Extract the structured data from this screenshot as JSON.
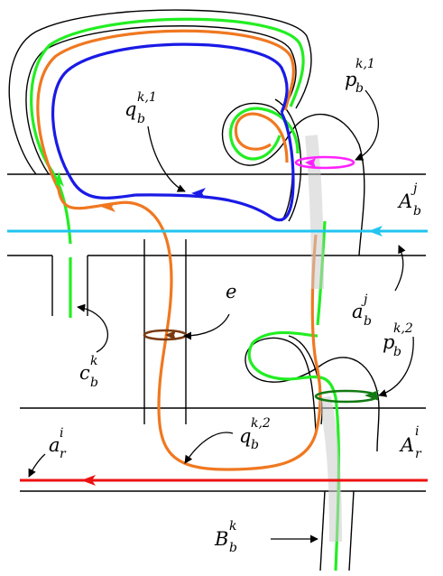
{
  "diagram": {
    "labels": {
      "p_b_k1": {
        "base": "p",
        "sub": "b",
        "sup": "k,1"
      },
      "q_b_k1": {
        "base": "q",
        "sub": "b",
        "sup": "k,1"
      },
      "A_b_j": {
        "base": "A",
        "sub": "b",
        "sup": "j"
      },
      "a_b_j": {
        "base": "a",
        "sub": "b",
        "sup": "j"
      },
      "e": {
        "base": "e",
        "sub": "",
        "sup": ""
      },
      "p_b_k2": {
        "base": "p",
        "sub": "b",
        "sup": "k,2"
      },
      "c_b_k": {
        "base": "c",
        "sub": "b",
        "sup": "k"
      },
      "q_b_k2": {
        "base": "q",
        "sub": "b",
        "sup": "k,2"
      },
      "a_r_i": {
        "base": "a",
        "sub": "r",
        "sup": "i"
      },
      "A_r_i": {
        "base": "A",
        "sub": "r",
        "sup": "i"
      },
      "B_b_k": {
        "base": "B",
        "sub": "b",
        "sup": "k"
      }
    },
    "colors": {
      "green": "#22ee22",
      "orange": "#f07820",
      "blue": "#1a1ae6",
      "cyan": "#22c4f0",
      "red": "#ee1111",
      "magenta": "#ff22ff",
      "dark_green": "#127a12",
      "brown": "#7a3a10",
      "black": "#000000"
    }
  }
}
